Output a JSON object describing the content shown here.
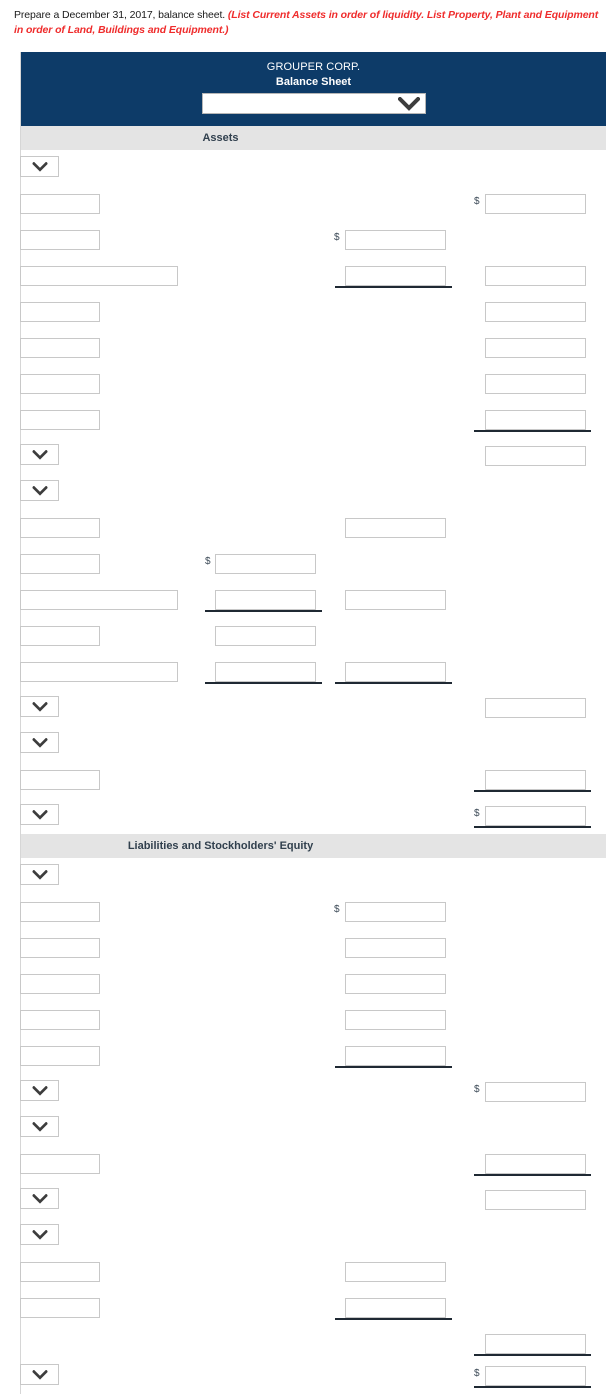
{
  "instructions": {
    "lead": "Prepare a December 31, 2017, balance sheet. ",
    "hint": "(List Current Assets in order of liquidity. List Property, Plant and Equipment in order of Land, Buildings and Equipment.)"
  },
  "header": {
    "company": "GROUPER CORP.",
    "statement": "Balance Sheet",
    "period_value": "",
    "period_placeholder": "",
    "chevron_icon": "chevron-down-icon",
    "bg_color": "#0d3b68"
  },
  "sections": {
    "assets": "Assets",
    "liabilities_equity": "Liabilities and Stockholders' Equity"
  },
  "symbols": {
    "dollar": "$"
  },
  "colors": {
    "navy": "#0d3b68",
    "band": "#e4e4e4",
    "band_text": "#31404e",
    "field_border": "#c8c8c8",
    "rule": "#1f2933",
    "hint_red": "#ef2c2c"
  },
  "form": {
    "assets_rows": [
      {
        "kind": "picker",
        "label_value": ""
      },
      {
        "kind": "input",
        "label_value": "",
        "label_width": "narrow",
        "c3": {
          "value": "",
          "dollar": true
        }
      },
      {
        "kind": "input",
        "label_value": "",
        "label_width": "narrow",
        "c2": {
          "value": "",
          "dollar": true
        }
      },
      {
        "kind": "input",
        "label_value": "",
        "label_width": "wide",
        "c2": {
          "value": "",
          "rule": true
        },
        "c3": {
          "value": ""
        }
      },
      {
        "kind": "input",
        "label_value": "",
        "label_width": "narrow",
        "c3": {
          "value": ""
        }
      },
      {
        "kind": "input",
        "label_value": "",
        "label_width": "narrow",
        "c3": {
          "value": ""
        }
      },
      {
        "kind": "input",
        "label_value": "",
        "label_width": "narrow",
        "c3": {
          "value": ""
        }
      },
      {
        "kind": "input",
        "label_value": "",
        "label_width": "narrow",
        "c3": {
          "value": "",
          "rule": true
        }
      },
      {
        "kind": "picker",
        "label_value": "",
        "c3": {
          "value": ""
        }
      },
      {
        "kind": "picker",
        "label_value": ""
      },
      {
        "kind": "input",
        "label_value": "",
        "label_width": "narrow",
        "c2": {
          "value": ""
        }
      },
      {
        "kind": "input",
        "label_value": "",
        "label_width": "narrow",
        "c1": {
          "value": "",
          "dollar": true
        }
      },
      {
        "kind": "input",
        "label_value": "",
        "label_width": "wide",
        "c1": {
          "value": "",
          "rule": true
        },
        "c2": {
          "value": ""
        }
      },
      {
        "kind": "input",
        "label_value": "",
        "label_width": "narrow",
        "c1": {
          "value": ""
        }
      },
      {
        "kind": "input",
        "label_value": "",
        "label_width": "wide",
        "c1": {
          "value": "",
          "rule": true
        },
        "c2": {
          "value": "",
          "rule": true
        }
      },
      {
        "kind": "picker",
        "label_value": "",
        "c3": {
          "value": ""
        }
      },
      {
        "kind": "picker",
        "label_value": ""
      },
      {
        "kind": "input",
        "label_value": "",
        "label_width": "narrow",
        "c3": {
          "value": "",
          "rule": true
        }
      },
      {
        "kind": "picker",
        "label_value": "",
        "c3": {
          "value": "",
          "dollar": true,
          "rule": true
        }
      }
    ],
    "liabilities_rows": [
      {
        "kind": "picker",
        "label_value": ""
      },
      {
        "kind": "input",
        "label_value": "",
        "label_width": "narrow",
        "c2": {
          "value": "",
          "dollar": true
        }
      },
      {
        "kind": "input",
        "label_value": "",
        "label_width": "narrow",
        "c2": {
          "value": ""
        }
      },
      {
        "kind": "input",
        "label_value": "",
        "label_width": "narrow",
        "c2": {
          "value": ""
        }
      },
      {
        "kind": "input",
        "label_value": "",
        "label_width": "narrow",
        "c2": {
          "value": ""
        }
      },
      {
        "kind": "input",
        "label_value": "",
        "label_width": "narrow",
        "c2": {
          "value": "",
          "rule": true
        }
      },
      {
        "kind": "picker",
        "label_value": "",
        "c3": {
          "value": "",
          "dollar": true
        }
      },
      {
        "kind": "picker",
        "label_value": ""
      },
      {
        "kind": "input",
        "label_value": "",
        "label_width": "narrow",
        "c3": {
          "value": "",
          "rule": true
        }
      },
      {
        "kind": "picker",
        "label_value": "",
        "c3": {
          "value": ""
        }
      },
      {
        "kind": "picker",
        "label_value": ""
      },
      {
        "kind": "input",
        "label_value": "",
        "label_width": "narrow",
        "c2": {
          "value": ""
        }
      },
      {
        "kind": "input",
        "label_value": "",
        "label_width": "narrow",
        "c2": {
          "value": "",
          "rule": true
        }
      },
      {
        "kind": "spacer",
        "c3": {
          "value": "",
          "rule": true
        }
      },
      {
        "kind": "picker",
        "label_value": "",
        "c3": {
          "value": "",
          "dollar": true,
          "rule": true
        }
      }
    ]
  }
}
